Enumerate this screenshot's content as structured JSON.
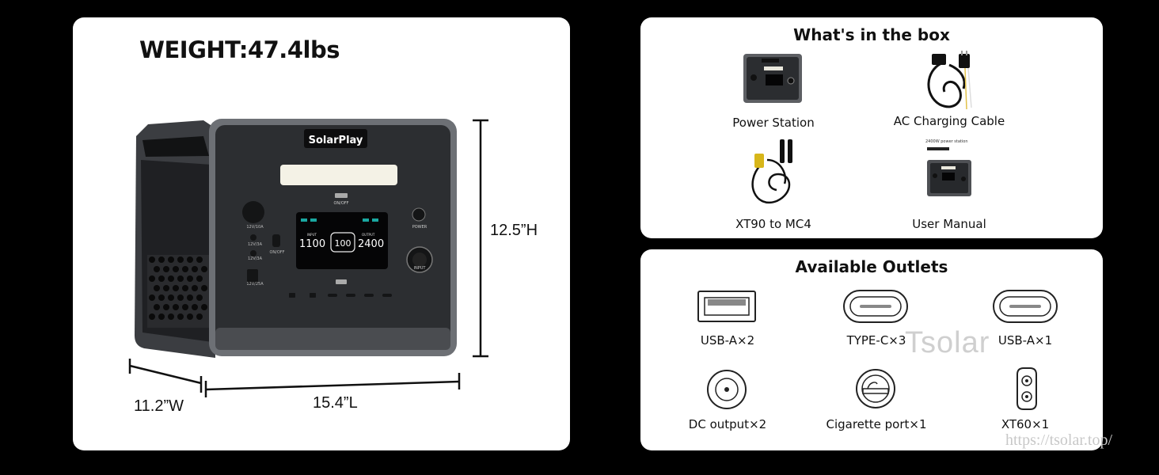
{
  "weight_label": "WEIGHT:47.4lbs",
  "dimensions": {
    "height": "12.5”H",
    "width": "11.2”W",
    "length": "15.4”L"
  },
  "product": {
    "brand": "SolarPlay",
    "panel_labels": {
      "light_button": "ON/OFF",
      "dc_button": "ON/OFF",
      "power_button": "POWER",
      "input_port": "INPUT",
      "car_port": "12V/10A",
      "dc_port_1": "12V/3A",
      "dc_port_2": "12V/3A",
      "xt60_port": "12V/25A",
      "screen_input_label": "INPUT",
      "screen_output_label": "OUTPUT",
      "screen_input_value": "1100",
      "screen_soc_value": "100",
      "screen_output_value": "2400"
    }
  },
  "box": {
    "title": "What's in the box",
    "items": [
      {
        "label": "Power Station",
        "icon": "power-station"
      },
      {
        "label": "AC Charging Cable",
        "icon": "ac-cable"
      },
      {
        "label": "XT90 to MC4",
        "icon": "xt90-mc4-cable"
      },
      {
        "label": "User Manual",
        "icon": "user-manual"
      }
    ],
    "manual_caption": "2400W power station"
  },
  "outlets": {
    "title": "Available Outlets",
    "items": [
      {
        "label": "USB-A×2",
        "icon": "usb-a"
      },
      {
        "label": "TYPE-C×3",
        "icon": "usb-c"
      },
      {
        "label": "USB-A×1",
        "icon": "usb-c"
      },
      {
        "label": "DC output×2",
        "icon": "dc-port"
      },
      {
        "label": "Cigarette port×1",
        "icon": "cigarette-port"
      },
      {
        "label": "XT60×1",
        "icon": "xt60-port"
      }
    ]
  },
  "watermark": "Tsolar",
  "url": "https://tsolar.top/"
}
